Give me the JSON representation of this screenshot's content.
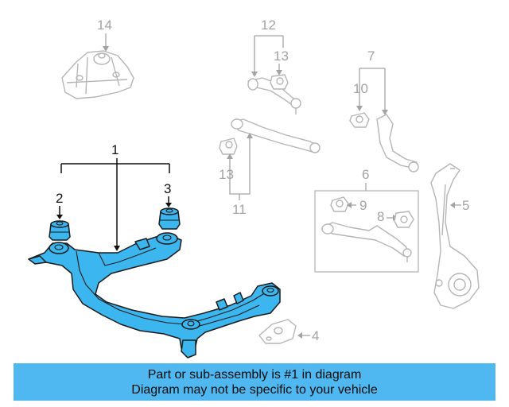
{
  "callouts": {
    "c1": "1",
    "c2": "2",
    "c3": "3",
    "c4": "4",
    "c5": "5",
    "c6": "6",
    "c7": "7",
    "c8": "8",
    "c9": "9",
    "c10": "10",
    "c11": "11",
    "c12": "12",
    "c13a": "13",
    "c13b": "13",
    "c14": "14"
  },
  "banner": {
    "line1": "Part or sub-assembly is #1 in diagram",
    "line2": "Diagram may not be specific to your vehicle"
  },
  "colors": {
    "highlight": "#3bb6ef",
    "banner": "#4fb8f0",
    "ghost": "#b5b5b5"
  }
}
